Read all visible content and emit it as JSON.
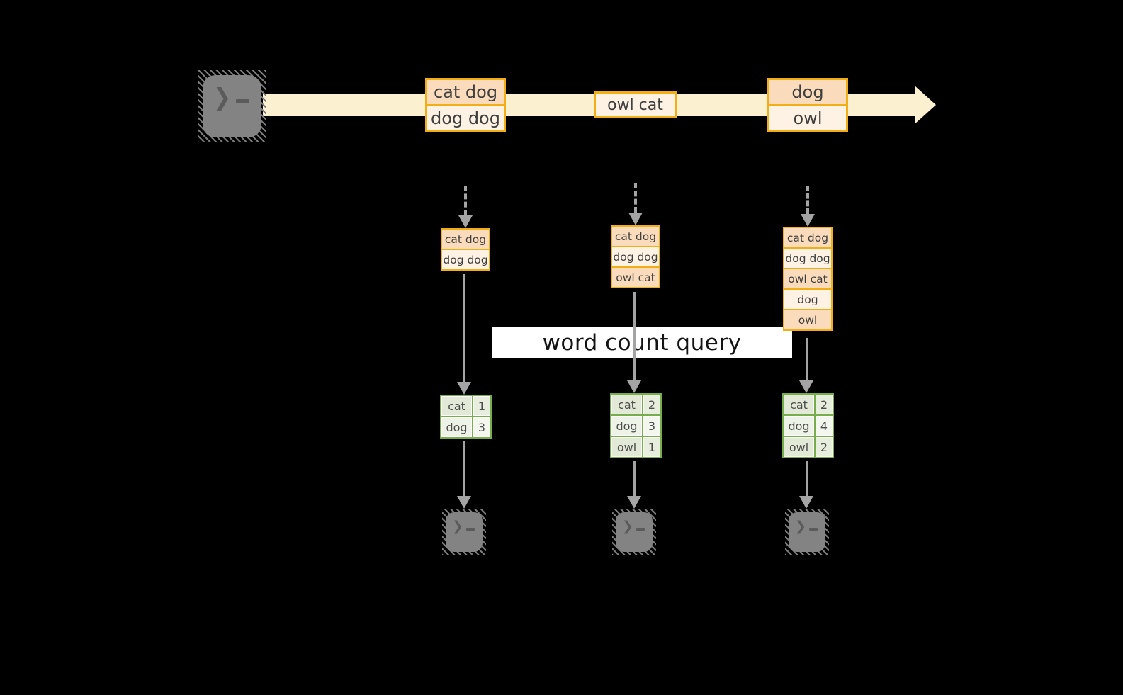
{
  "banner": {
    "label": "word count query"
  },
  "stream": {
    "batches": [
      {
        "items": [
          "cat dog",
          "dog dog"
        ]
      },
      {
        "items": [
          "owl cat"
        ]
      },
      {
        "items": [
          "dog",
          "owl"
        ]
      }
    ]
  },
  "columns": [
    {
      "input_rows": [
        "cat dog",
        "dog dog"
      ],
      "result": [
        {
          "word": "cat",
          "count": "1"
        },
        {
          "word": "dog",
          "count": "3"
        }
      ]
    },
    {
      "input_rows": [
        "cat dog",
        "dog dog",
        "owl cat"
      ],
      "result": [
        {
          "word": "cat",
          "count": "2"
        },
        {
          "word": "dog",
          "count": "3"
        },
        {
          "word": "owl",
          "count": "1"
        }
      ]
    },
    {
      "input_rows": [
        "cat dog",
        "dog dog",
        "owl cat",
        "dog",
        "owl"
      ],
      "result": [
        {
          "word": "cat",
          "count": "2"
        },
        {
          "word": "dog",
          "count": "4"
        },
        {
          "word": "owl",
          "count": "2"
        }
      ]
    }
  ],
  "icons": {
    "source": "terminal-icon",
    "sinks": [
      "terminal-icon",
      "terminal-icon",
      "terminal-icon"
    ],
    "prompt_glyph": "❯"
  },
  "colors": {
    "background": "#000000",
    "stream_band": "#fbf0cf",
    "record_border": "#f2ae17",
    "record_fill_dark": "#fadcbc",
    "record_fill_light": "#fdf2e4",
    "table_border": "#76ae4d",
    "table_fill_dark": "#e2ead7",
    "table_fill_light": "#edf3e6",
    "arrow_gray": "#a4a4a4",
    "banner_bg": "#ffffff"
  }
}
